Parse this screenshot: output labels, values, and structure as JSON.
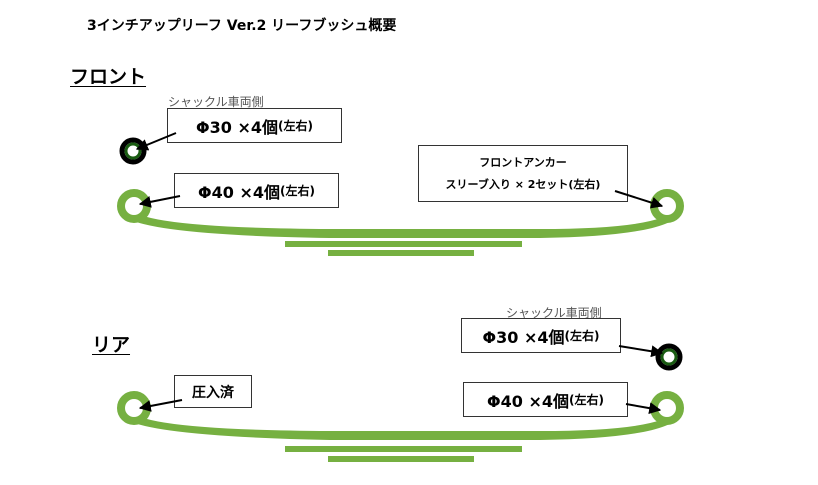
{
  "title": "3インチアップリーフ Ver.2 リーフブッシュ概要",
  "front": {
    "heading": "フロント",
    "shackle_label": "シャックル車両側",
    "bush30": {
      "main": "Φ30 ×4個",
      "sub": "(左右)"
    },
    "bush40": {
      "main": "Φ40 ×4個",
      "sub": "(左右)"
    },
    "anchor": {
      "line1": "フロントアンカー",
      "line2": "スリーブ入り × 2セット(左右)"
    }
  },
  "rear": {
    "heading": "リア",
    "shackle_label": "シャックル車両側",
    "bush30": {
      "main": "Φ30 ×4個",
      "sub": "(左右)"
    },
    "bush40": {
      "main": "Φ40 ×4個",
      "sub": "(左右)"
    },
    "press_fit": "圧入済"
  },
  "colors": {
    "leaf": "#76b041",
    "shackle_bush": "#1a5c12",
    "arrow": "#000000"
  }
}
